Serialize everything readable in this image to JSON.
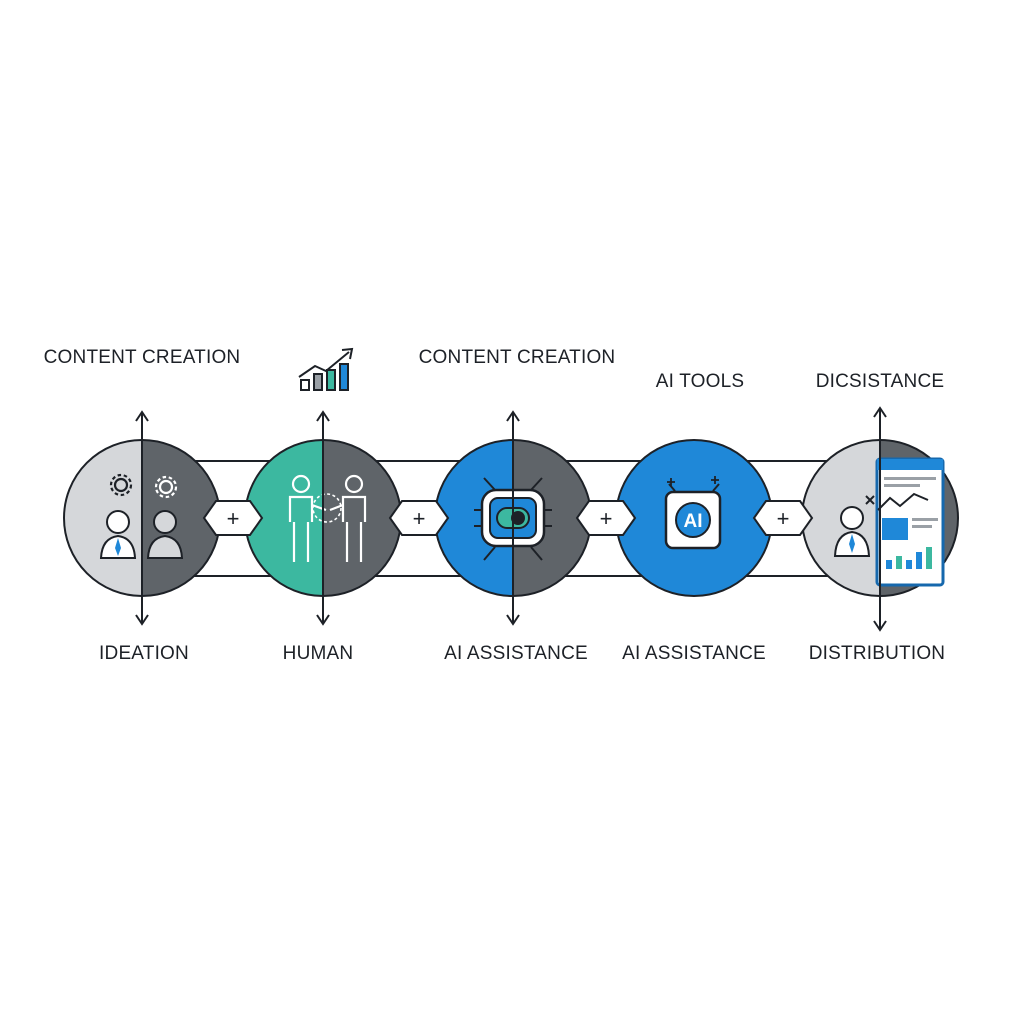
{
  "colors": {
    "background": "#ffffff",
    "ink": "#1d2127",
    "light_gray": "#d5d7da",
    "dark_gray": "#5f6469",
    "teal": "#3cb8a0",
    "blue": "#1f88d8",
    "blue_dark": "#1668ad"
  },
  "stages": [
    {
      "top_label": "CONTENT CREATION",
      "bottom_label": "IDEATION",
      "left_fill": "light_gray",
      "right_fill": "dark_gray",
      "icons": [
        "gear-icon",
        "gear-icon",
        "person-icon",
        "person-icon"
      ]
    },
    {
      "top_label": "",
      "top_icon": "growth-chart-icon",
      "bottom_label": "HUMAN",
      "left_fill": "teal",
      "right_fill": "dark_gray",
      "icons": [
        "person-icon",
        "person-icon",
        "handshake-icon"
      ]
    },
    {
      "top_label": "CONTENT CREATION",
      "bottom_label": "AI ASSISTANCE",
      "left_fill": "blue",
      "right_fill": "dark_gray",
      "icons": [
        "chip-icon"
      ]
    },
    {
      "top_label": "AI TOOLS",
      "bottom_label": "AI ASSISTANCE",
      "left_fill": "blue",
      "right_fill": "blue",
      "icons": [
        "ai-chip-icon",
        "sparkle-icon"
      ],
      "chip_text": "AI"
    },
    {
      "top_label": "DICSISTANCE",
      "bottom_label": "DISTRIBUTION",
      "left_fill": "light_gray",
      "right_fill": "dark_gray",
      "icons": [
        "person-icon",
        "dashboard-icon"
      ]
    }
  ],
  "connectors": [
    {
      "symbol": "+"
    },
    {
      "symbol": "+"
    },
    {
      "symbol": "+"
    },
    {
      "symbol": "+"
    }
  ]
}
